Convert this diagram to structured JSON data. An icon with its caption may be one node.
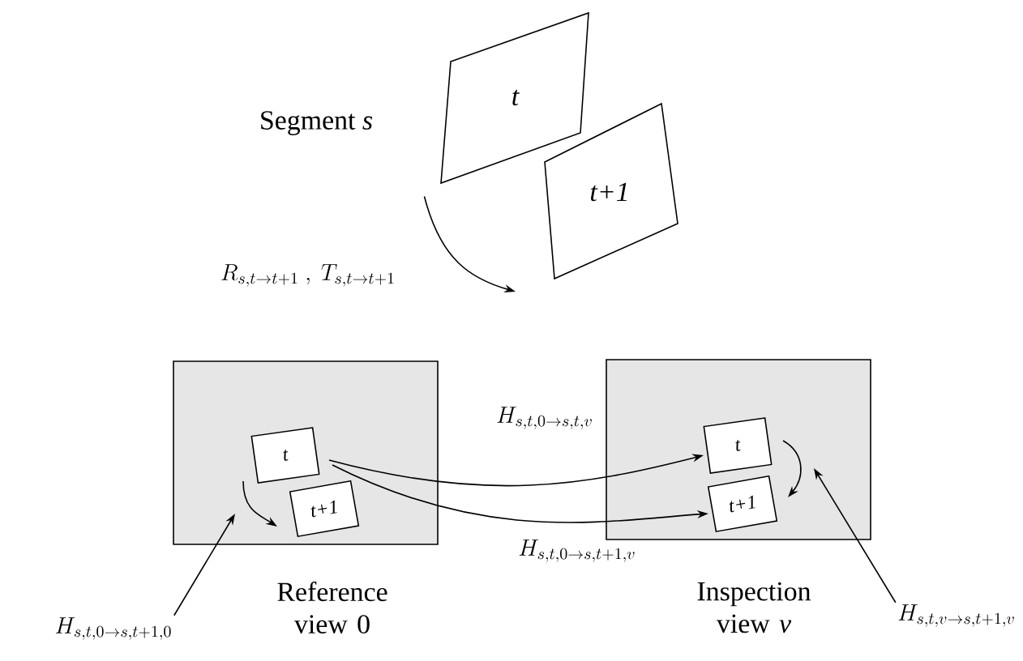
{
  "diagram": {
    "nodes": [
      {
        "text": [
          "t"
        ]
      },
      {
        "text": [
          "t+1"
        ]
      },
      {
        "text": [
          "Reference view 0"
        ]
      },
      {
        "text": [
          "t"
        ],
        "in": 2
      },
      {
        "text": [
          "t+1"
        ],
        "in": 2
      },
      {
        "text": [
          "Inspection view *v*"
        ]
      },
      {
        "text": [
          "t"
        ],
        "in": 5
      },
      {
        "text": [
          "t+1"
        ],
        "in": 5
      },
      {
        "text": [
          "H_{s,t,0\\to s,t+1,0}"
        ]
      },
      {
        "text": [
          "H_{s,t,v\\to s,t+1,v}"
        ]
      }
    ],
    "edges": [
      {
        "from": 0,
        "to": 1,
        "arrow": "to",
        "label": "R_{s,t\\to t+1}\\ ,\\ T_{s,t\\to t+1}"
      },
      {
        "from": 3,
        "to": 4,
        "arrow": "to"
      },
      {
        "from": 3,
        "to": 6,
        "arrow": "to",
        "label": "H_{s,t,0\\to s,t,v}"
      },
      {
        "from": 3,
        "to": 7,
        "arrow": "to",
        "label": "H_{s,t,0\\to s,t+1,v}"
      },
      {
        "from": 8,
        "to": null,
        "arrow": "to"
      },
      {
        "from": 6,
        "to": 7,
        "arrow": "to"
      },
      {
        "from": 9,
        "to": null,
        "arrow": "to"
      }
    ],
    "labels": [
      "Segment *s*"
    ]
  }
}
